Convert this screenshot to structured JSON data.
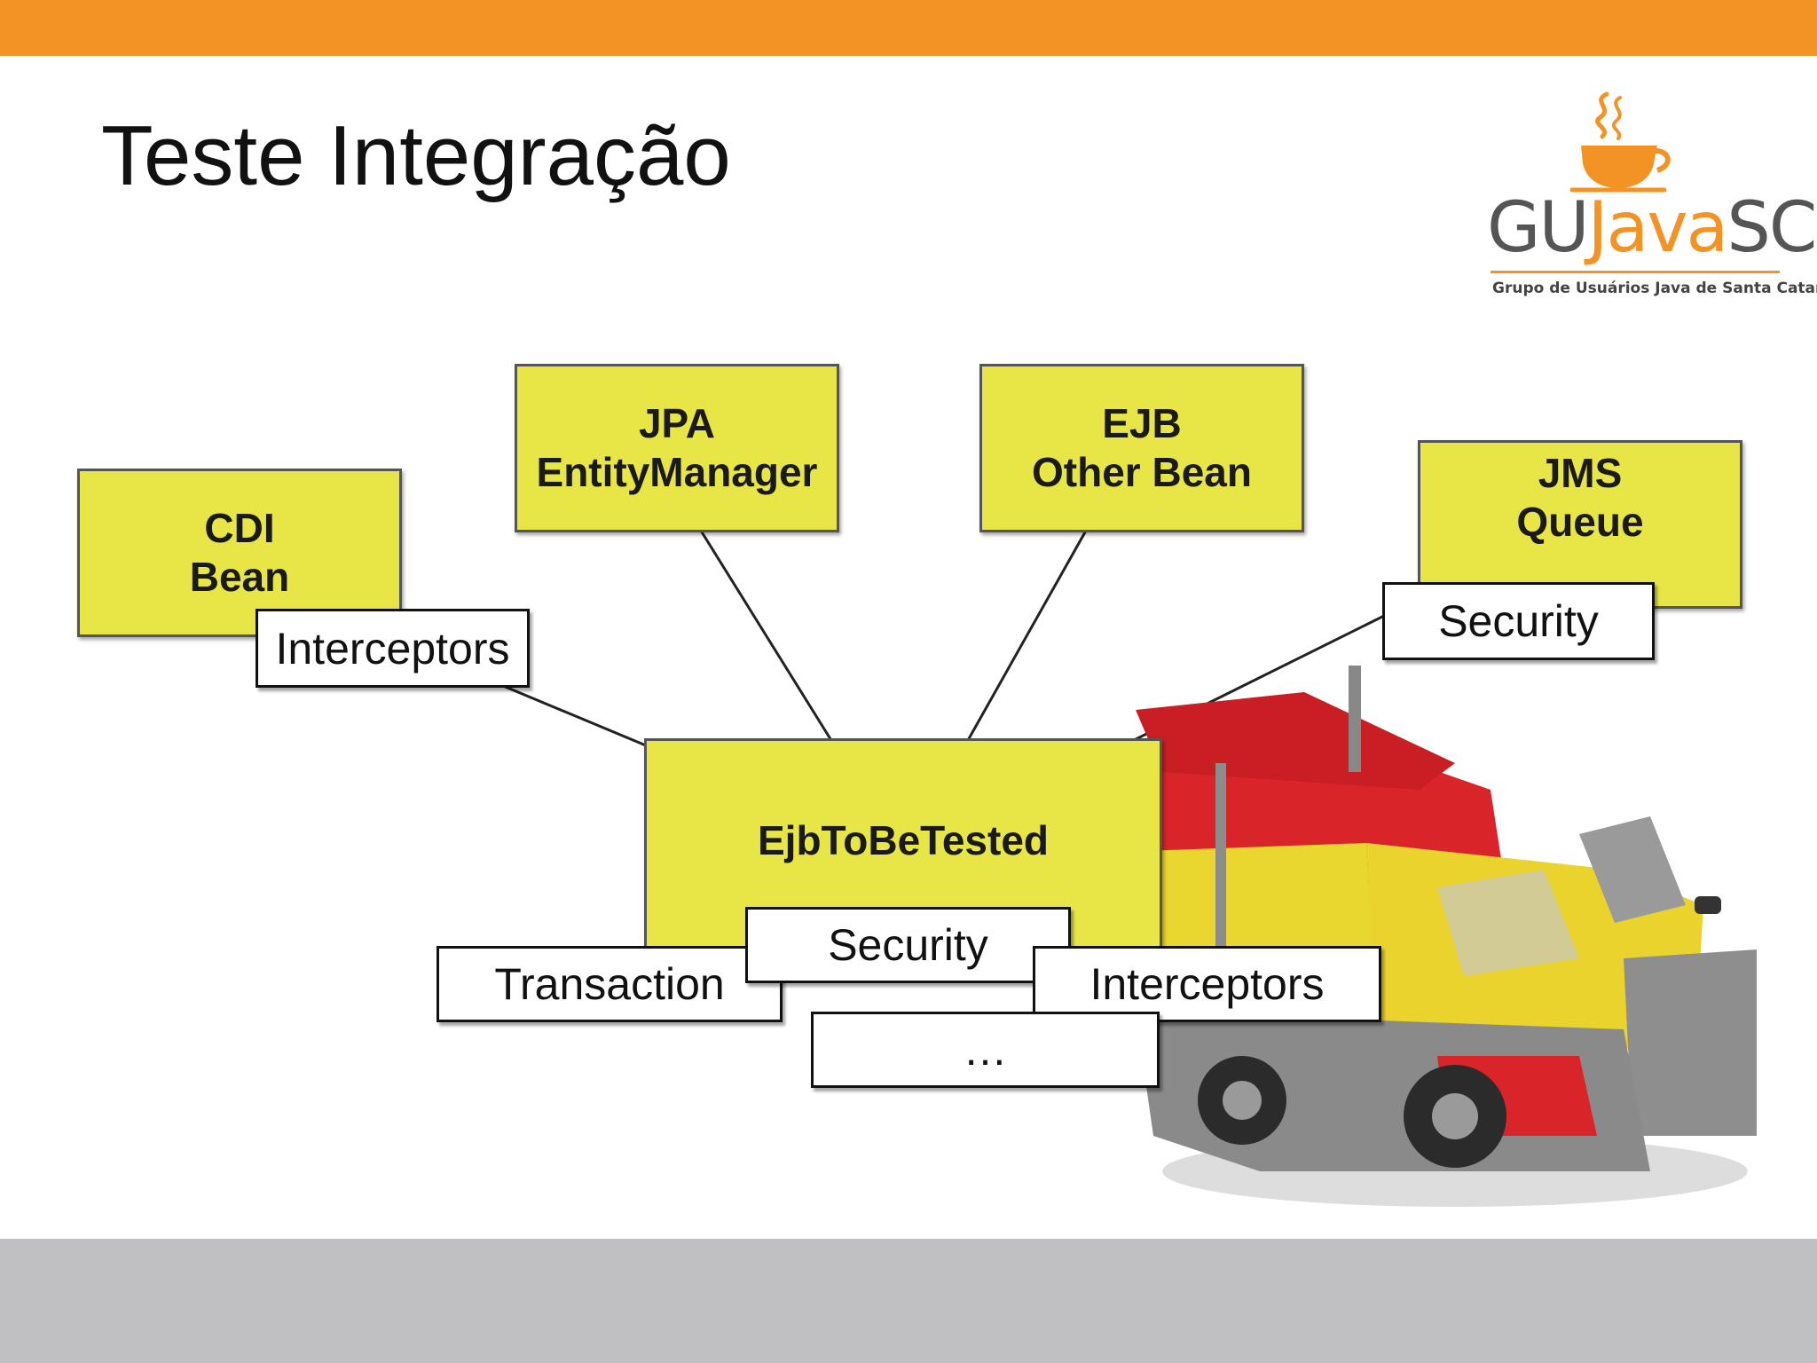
{
  "slide": {
    "title": "Teste Integração"
  },
  "logo": {
    "brand": "GUJavaSC",
    "tagline": "Grupo de Usuários Java de Santa Catarina",
    "icon": "coffee-cup-icon"
  },
  "colors": {
    "top_bar": "#f39325",
    "bottom_bar": "#c0bfc1",
    "component_fill": "#e8e647",
    "logo_gray": "#555555",
    "logo_orange": "#f39325"
  },
  "diagram": {
    "components": {
      "cdi": {
        "line1": "CDI",
        "line2": "Bean"
      },
      "jpa": {
        "line1": "JPA",
        "line2": "EntityManager"
      },
      "ejb": {
        "line1": "EJB",
        "line2": "Other Bean"
      },
      "jms": {
        "line1": "JMS",
        "line2": "Queue"
      },
      "center": {
        "label": "EjbToBeTested"
      }
    },
    "services": {
      "cdi_interceptors": "Interceptors",
      "jms_security": "Security",
      "transaction": "Transaction",
      "center_security": "Security",
      "center_interceptors": "Interceptors",
      "more": "…"
    }
  },
  "image": {
    "subject": "lego-truck"
  }
}
